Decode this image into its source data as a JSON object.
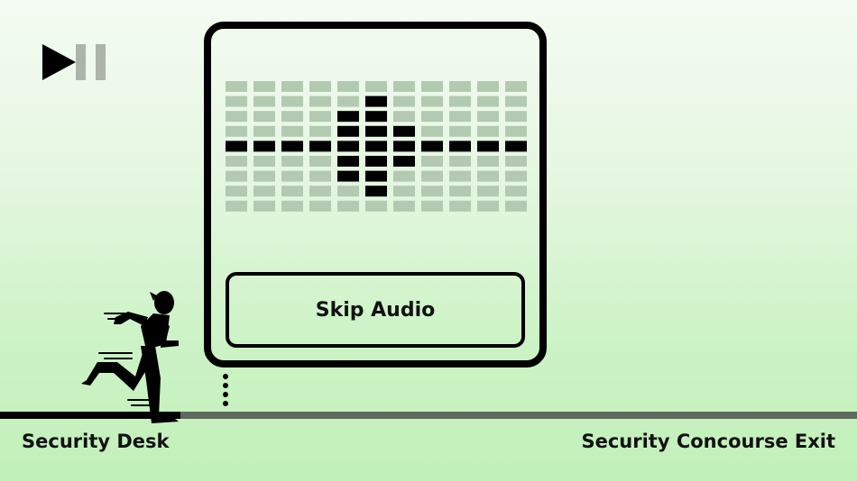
{
  "controls": {
    "play_pause_icon": "play-pause-icon"
  },
  "audio_card": {
    "skip_label": "Skip Audio",
    "equalizer": {
      "columns": 11,
      "rows": 9,
      "active_levels": [
        0,
        0,
        0,
        0,
        2,
        3,
        1,
        0,
        0,
        0,
        0
      ],
      "baseline_color": "#000000",
      "active_color": "#000000",
      "inactive_color": "#b4c9b1"
    }
  },
  "route": {
    "start_label": "Security Desk",
    "end_label": "Security Concourse Exit",
    "progress": 0.21,
    "completed_color": "#000000",
    "remaining_color": "#5f6a5e"
  },
  "colors": {
    "background_top": "#f4fbf3",
    "background_bottom": "#c1f0b9",
    "ink": "#000000"
  }
}
